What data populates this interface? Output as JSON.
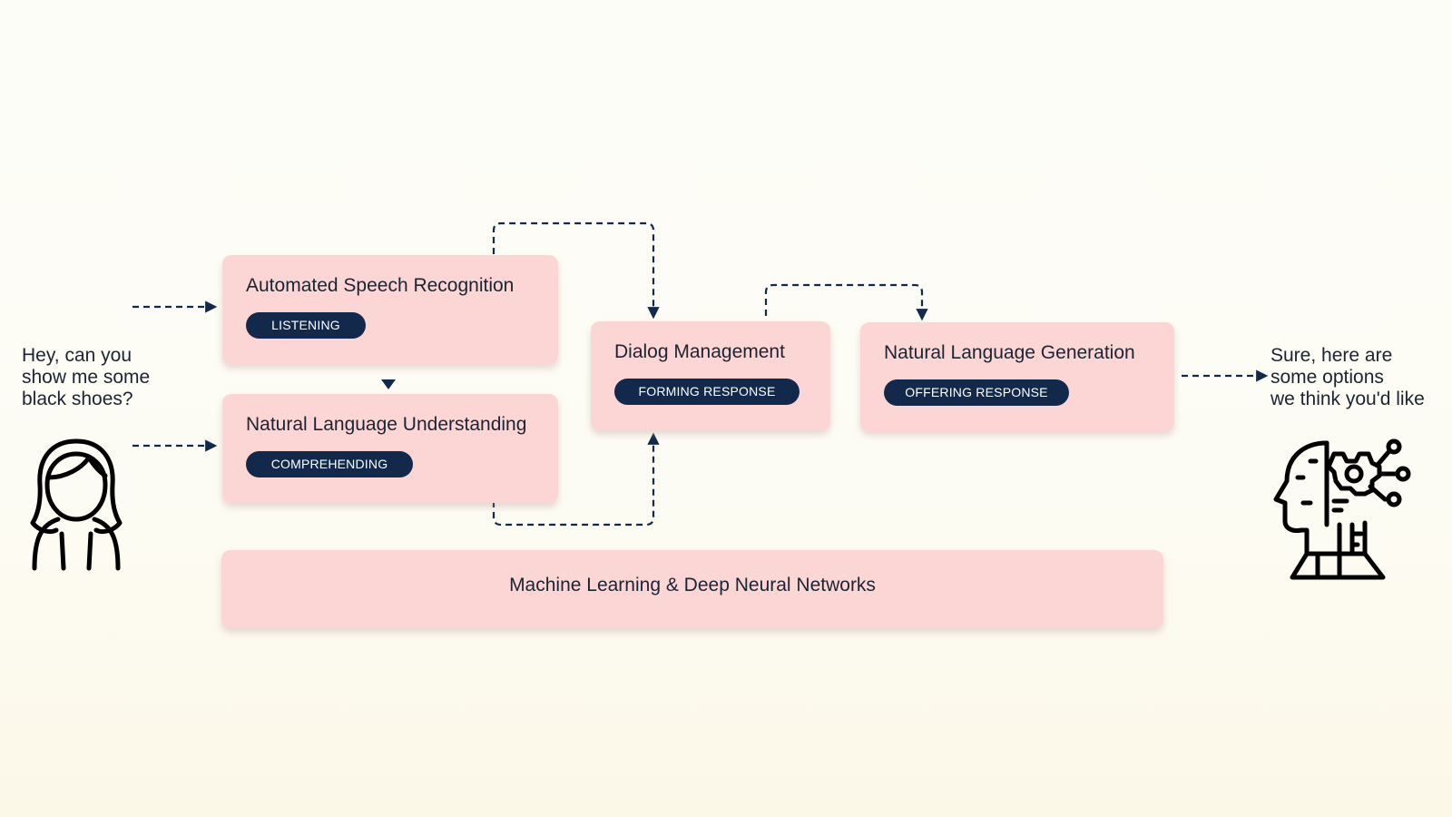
{
  "user_utterance": [
    "Hey, can you",
    "show me some",
    "black shoes?"
  ],
  "bot_response": [
    "Sure, here are",
    "some options",
    "we think you'd like"
  ],
  "stages": {
    "asr": {
      "title": "Automated Speech Recognition",
      "badge": "LISTENING"
    },
    "nlu": {
      "title": "Natural Language Understanding",
      "badge": "COMPREHENDING"
    },
    "dm": {
      "title": "Dialog Management",
      "badge": "FORMING RESPONSE"
    },
    "nlg": {
      "title": "Natural Language Generation",
      "badge": "OFFERING RESPONSE"
    }
  },
  "foundation": {
    "label": "Machine Learning & Deep Neural Networks"
  },
  "icons": {
    "user": "woman-user-icon",
    "bot": "ai-robot-head-icon"
  },
  "colors": {
    "box": "#fcd6d5",
    "badge": "#13294b",
    "connector": "#13294b",
    "text": "#1b2433"
  }
}
